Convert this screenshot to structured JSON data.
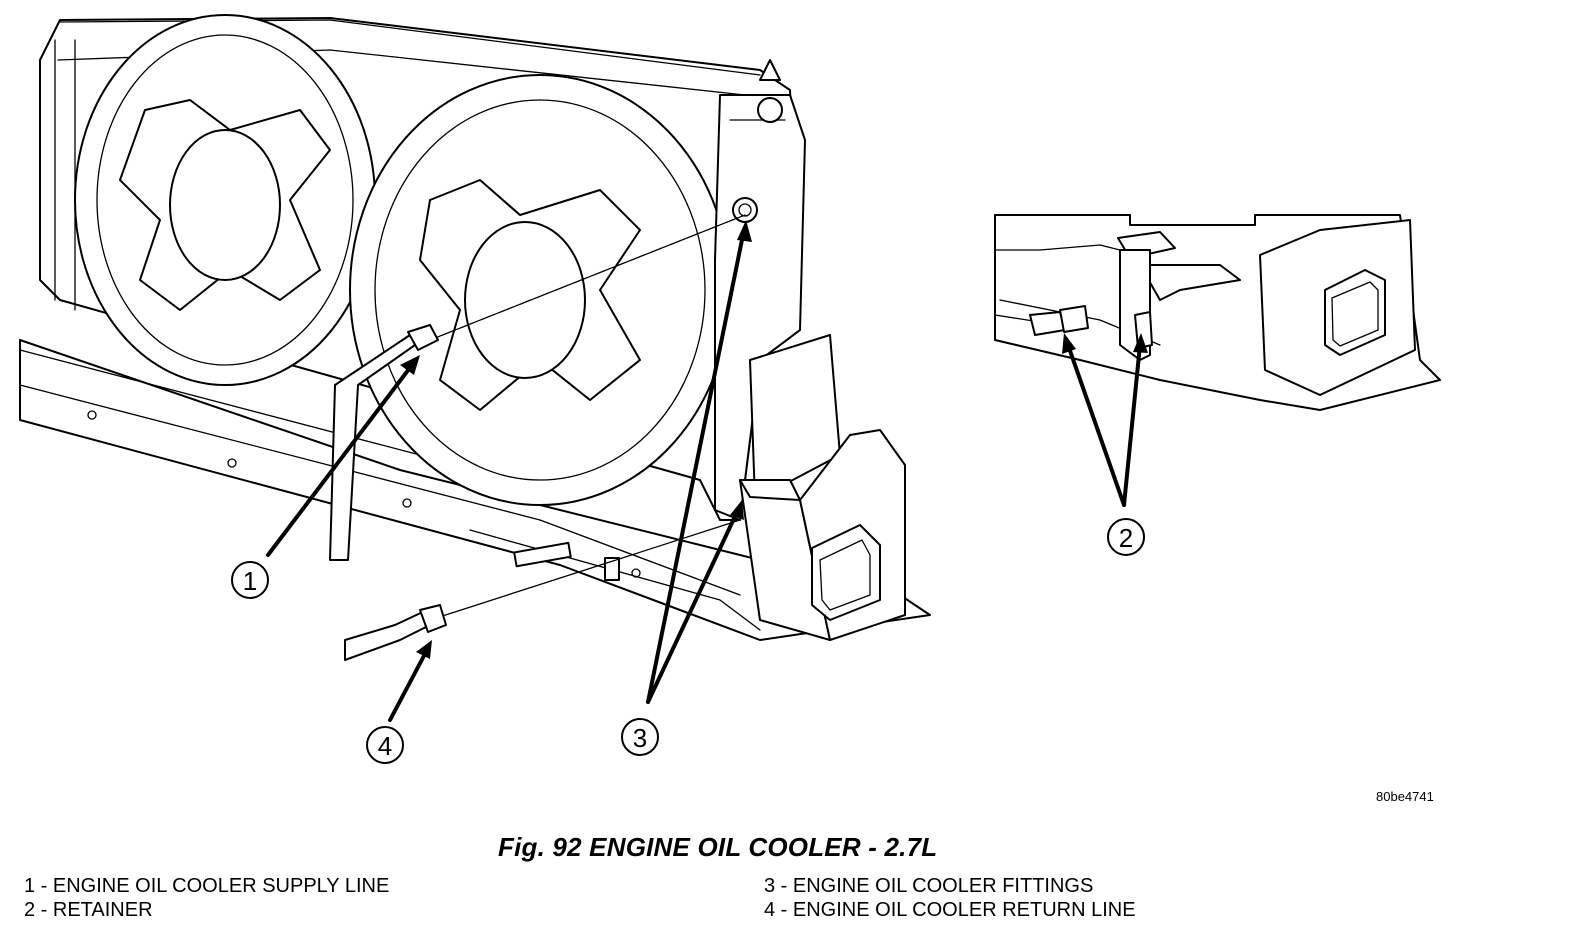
{
  "figure": {
    "image_code": "80be4741",
    "title": "Fig. 92 ENGINE OIL COOLER - 2.7L"
  },
  "callouts": [
    "1",
    "2",
    "3",
    "4"
  ],
  "legend": {
    "left": [
      "1 - ENGINE OIL COOLER SUPPLY LINE",
      "2 - RETAINER"
    ],
    "right": [
      "3 - ENGINE OIL COOLER FITTINGS",
      "4 - ENGINE OIL COOLER RETURN LINE"
    ]
  }
}
